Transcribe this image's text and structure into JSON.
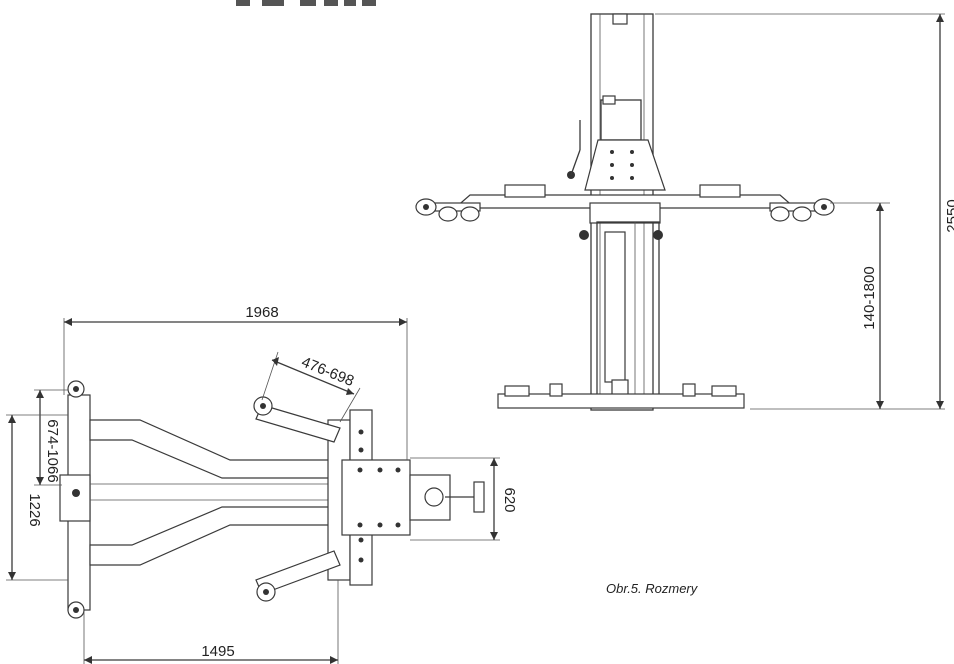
{
  "dimensions": {
    "total_height": "2550",
    "lift_height": "140-1800",
    "overall_length": "1968",
    "arm_reach": "476-698",
    "width_range": "674-1066",
    "overall_width": "1226",
    "base_length": "1495",
    "column_width": "620"
  },
  "caption": "Obr.5. Rozmery"
}
